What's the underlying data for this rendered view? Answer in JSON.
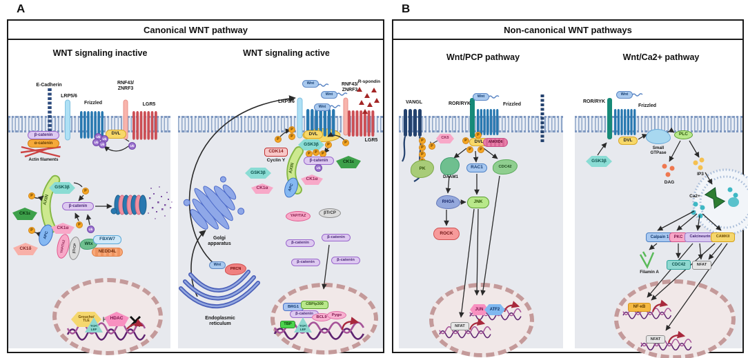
{
  "shared": {
    "p": "P",
    "ub": "Ub",
    "wnt": "Wnt",
    "dvl": "DVL",
    "beta_catenin": "β-catenin",
    "gsk3b": "GSK3β",
    "axin": "AXIN",
    "apc": "APC",
    "ck1e": "CK1ε",
    "ck1a": "CK1α",
    "frizzled": "Frizzled",
    "lrp56": "LRP5/6",
    "rnf43_znrf3": "RNF43/\nZNRF3",
    "lgr5": "LGR5",
    "yap_taz": "YAP/TAZ",
    "btrcp": "βTrCP",
    "tcf_lef": "TCF/\nLEF",
    "nfat": "NFAT",
    "cdc42": "CDC42",
    "ror_ryk": "ROR/RYK"
  },
  "panel_a": {
    "label": "A",
    "title": "Canonical WNT pathway",
    "inactive": {
      "title": "WNT signaling inactive",
      "e_cadherin": "E-Cadherin",
      "alpha_catenin": "α-catenin",
      "actin": "Actin filaments",
      "ck1d": "CK1δ",
      "wtx": "Wtx",
      "fbxw7": "FBXW7",
      "nedd4l": "NEDD4L",
      "groucho_tle": "Groucho/\nTLE",
      "hdac": "HDAC"
    },
    "active": {
      "title": "WNT signaling active",
      "cdk14": "CDK14",
      "cyclin_y": "Cyclin Y",
      "r_spondin": "R-spondin",
      "golgi": "Golgi\napparatus",
      "er": "Endoplasmic\nreticulum",
      "prcn": "PRCN",
      "brg1": "BRG1",
      "cbp_p300": "CBP/p300",
      "bcl9": "BCL9",
      "pygo": "Pygo",
      "tbp": "TBP"
    }
  },
  "panel_b": {
    "label": "B",
    "title": "Non-canonical WNT pathways",
    "pcp": {
      "title": "Wnt/PCP pathway",
      "vangl": "VANGL",
      "ckd": "CKδ",
      "pk": "PK",
      "ankrd6": "ANKRD6",
      "daam1": "DAAM1",
      "rac1": "RAC1",
      "rhoa": "RHOA",
      "jnk": "JNK",
      "rock": "ROCK",
      "jun": "JUN",
      "atf2": "ATF2"
    },
    "ca": {
      "title": "Wnt/Ca2+ pathway",
      "plc": "PLC",
      "small_gtpase": "Small\nGTPase",
      "dag": "DAG",
      "ip3": "IP3",
      "ca2": "Ca2+",
      "calpain1": "Calpain 1",
      "pkc": "PKC",
      "calcineurin": "Calcineurin",
      "camkii": "CAMKII",
      "filamin_a": "Filamin A",
      "nfkb": "NF-κB"
    }
  }
}
